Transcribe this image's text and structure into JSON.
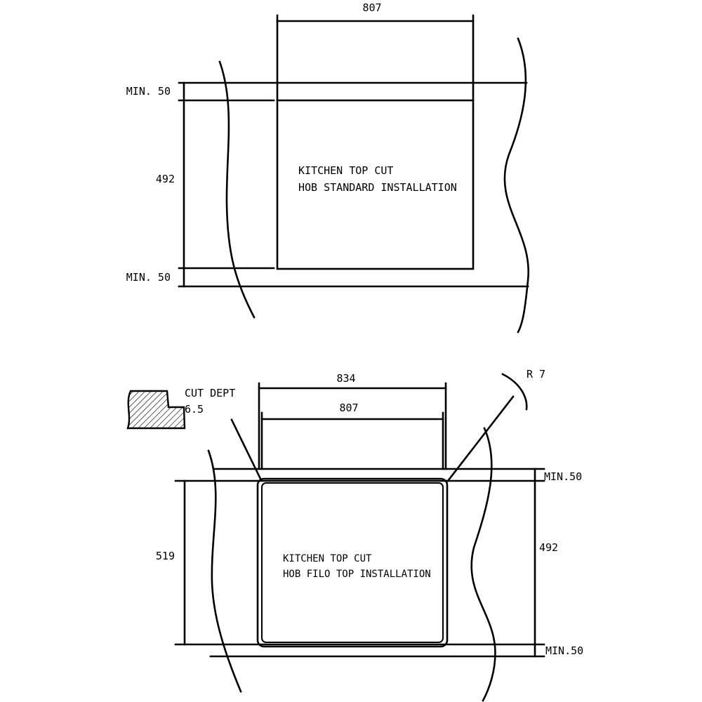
{
  "standard": {
    "width_dim": "807",
    "height_dim": "492",
    "min_top": "MIN. 50",
    "min_bottom": "MIN. 50",
    "caption_line1": "KITCHEN TOP CUT",
    "caption_line2": "HOB STANDARD INSTALLATION"
  },
  "filo": {
    "outer_width_dim": "834",
    "inner_width_dim": "807",
    "outer_height_dim": "519",
    "inner_height_dim": "492",
    "min_top": "MIN.50",
    "min_bottom": "MIN.50",
    "radius": "R 7",
    "cut_depth_line1": "CUT DEPT",
    "cut_depth_line2": "6.5",
    "caption_line1": "KITCHEN TOP CUT",
    "caption_line2": "HOB FILO TOP INSTALLATION"
  }
}
